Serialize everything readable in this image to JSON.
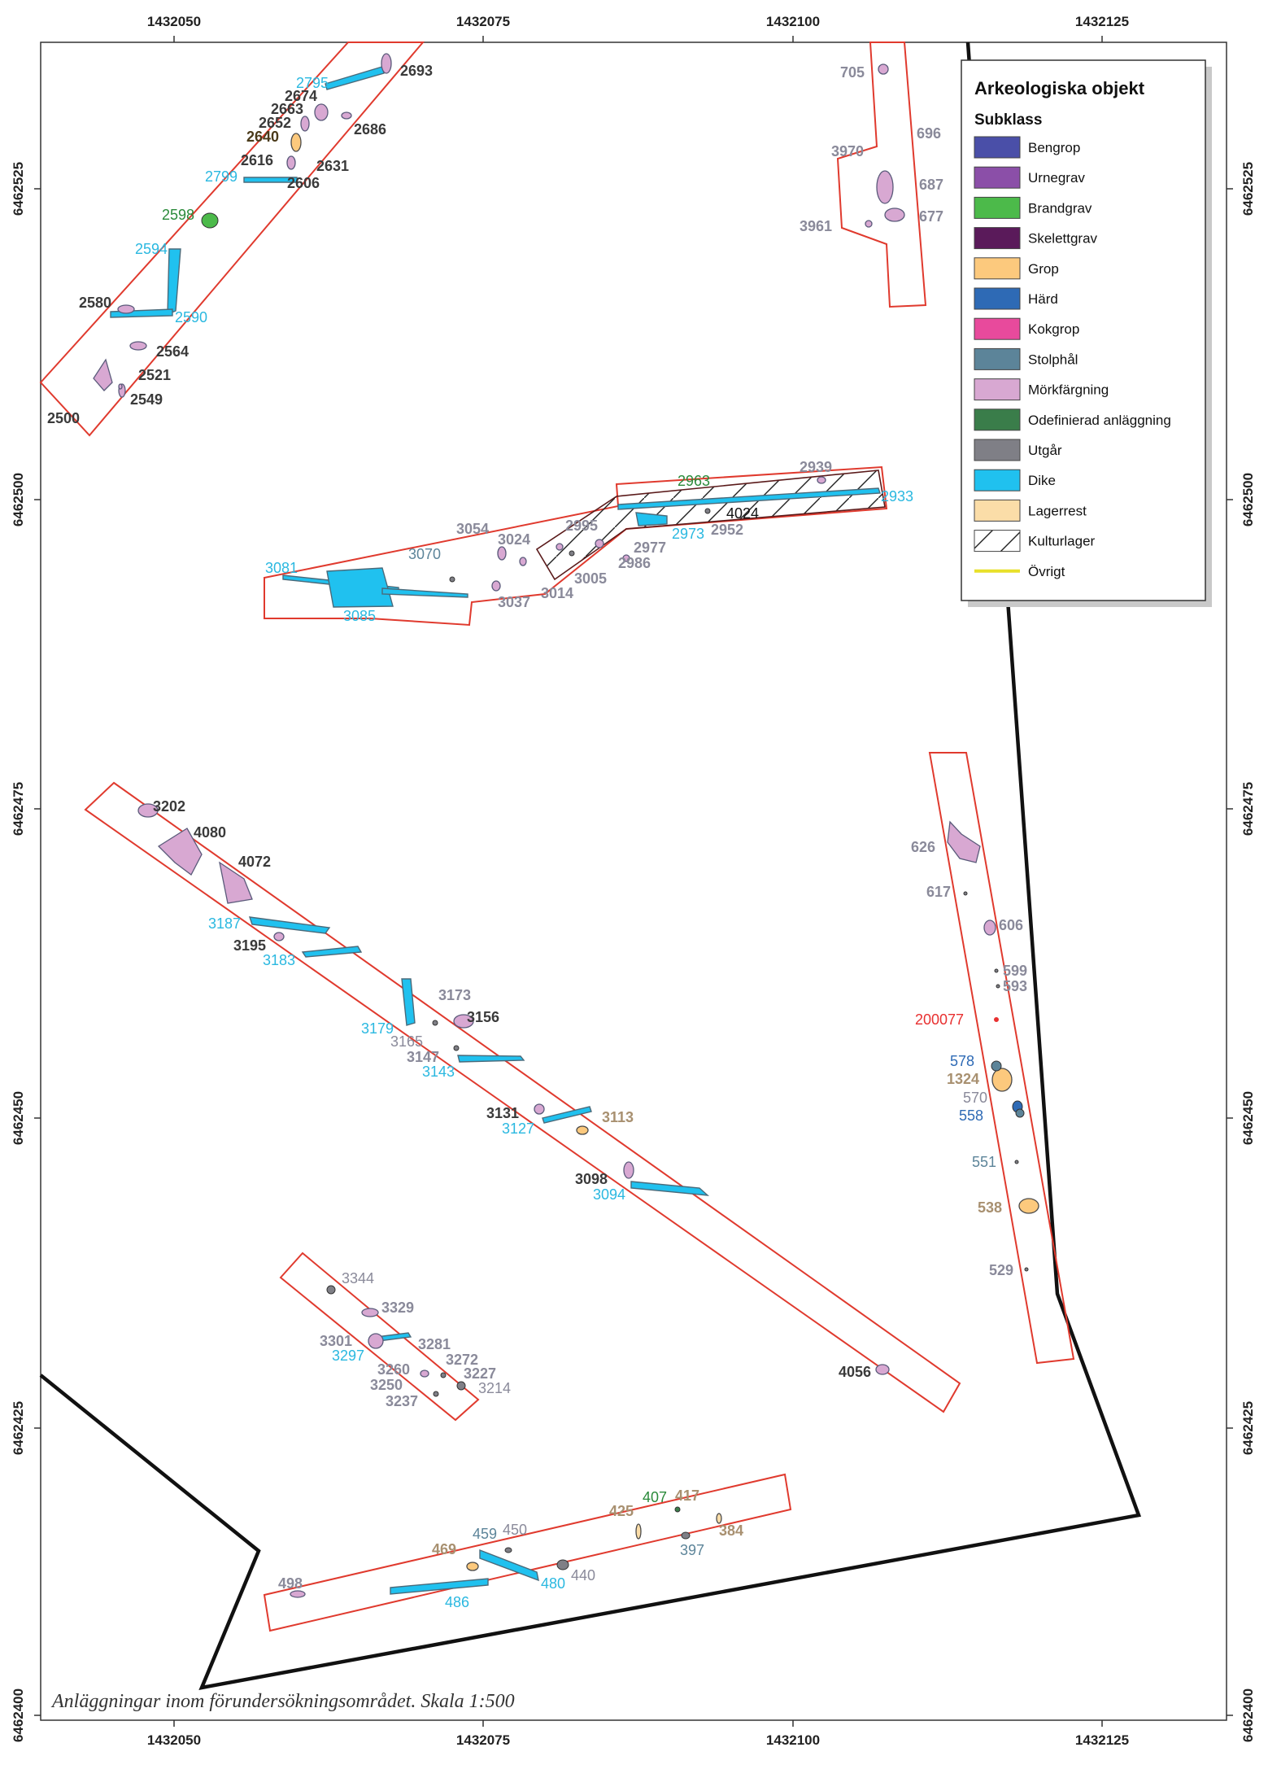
{
  "grid": {
    "x_ticks": [
      "1432050",
      "1432075",
      "1432100",
      "1432125"
    ],
    "y_ticks": [
      "6462525",
      "6462500",
      "6462475",
      "6462450",
      "6462425",
      "6462400"
    ]
  },
  "caption": "Anläggningar inom förundersökningsområdet. Skala 1:500",
  "legend": {
    "title": "Arkeologiska objekt",
    "subtitle": "Subklass",
    "items": [
      {
        "label": "Bengrop",
        "color": "#4a4fa8",
        "pattern": "solid"
      },
      {
        "label": "Urnegrav",
        "color": "#8b4fa8",
        "pattern": "solid"
      },
      {
        "label": "Brandgrav",
        "color": "#4cba4a",
        "pattern": "solid"
      },
      {
        "label": "Skelettgrav",
        "color": "#5a1a5a",
        "pattern": "solid"
      },
      {
        "label": "Grop",
        "color": "#fcc97d",
        "pattern": "solid"
      },
      {
        "label": "Härd",
        "color": "#2e6ab5",
        "pattern": "solid"
      },
      {
        "label": "Kokgrop",
        "color": "#e84a9c",
        "pattern": "solid"
      },
      {
        "label": "Stolphål",
        "color": "#5c8499",
        "pattern": "solid"
      },
      {
        "label": "Mörkfärgning",
        "color": "#d8a8d2",
        "pattern": "solid"
      },
      {
        "label": "Odefinierad anläggning",
        "color": "#3a7d4a",
        "pattern": "solid"
      },
      {
        "label": "Utgår",
        "color": "#7f7f86",
        "pattern": "solid"
      },
      {
        "label": "Dike",
        "color": "#20c1ef",
        "pattern": "solid"
      },
      {
        "label": "Lagerrest",
        "color": "#fbdda8",
        "pattern": "solid"
      },
      {
        "label": "Kulturlager",
        "color": "#ffffff",
        "pattern": "hatch"
      },
      {
        "label": "Övrigt",
        "color": "#e8e02a",
        "pattern": "line"
      }
    ]
  },
  "labels": [
    {
      "text": "2693",
      "color": "#3a3a3a",
      "bold": true
    },
    {
      "text": "2795",
      "color": "#2ab8e0",
      "bold": false
    },
    {
      "text": "2674",
      "color": "#3a3a3a",
      "bold": true
    },
    {
      "text": "2663",
      "color": "#3a3a3a",
      "bold": true
    },
    {
      "text": "2652",
      "color": "#3a3a3a",
      "bold": true
    },
    {
      "text": "2686",
      "color": "#3a3a3a",
      "bold": true
    },
    {
      "text": "2640",
      "color": "#4a3a1a",
      "bold": true
    },
    {
      "text": "2616",
      "color": "#3a3a3a",
      "bold": true
    },
    {
      "text": "2631",
      "color": "#3a3a3a",
      "bold": true
    },
    {
      "text": "2799",
      "color": "#2ab8e0",
      "bold": false
    },
    {
      "text": "2606",
      "color": "#3a3a3a",
      "bold": true
    },
    {
      "text": "2598",
      "color": "#2a8a3a",
      "bold": false
    },
    {
      "text": "2594",
      "color": "#2ab8e0",
      "bold": false
    },
    {
      "text": "2580",
      "color": "#3a3a3a",
      "bold": true
    },
    {
      "text": "2590",
      "color": "#2ab8e0",
      "bold": false
    },
    {
      "text": "2564",
      "color": "#3a3a3a",
      "bold": true
    },
    {
      "text": "2521",
      "color": "#3a3a3a",
      "bold": true
    },
    {
      "text": "2549",
      "color": "#3a3a3a",
      "bold": true
    },
    {
      "text": "2500",
      "color": "#3a3a3a",
      "bold": true
    },
    {
      "text": "705",
      "color": "#8a8a9a",
      "bold": true
    },
    {
      "text": "696",
      "color": "#8a8a9a",
      "bold": true
    },
    {
      "text": "3970",
      "color": "#8a8a9a",
      "bold": true
    },
    {
      "text": "687",
      "color": "#8a8a9a",
      "bold": true
    },
    {
      "text": "677",
      "color": "#8a8a9a",
      "bold": true
    },
    {
      "text": "3961",
      "color": "#8a8a9a",
      "bold": true
    },
    {
      "text": "2963",
      "color": "#2a8a3a",
      "bold": false
    },
    {
      "text": "2939",
      "color": "#8a8a9a",
      "bold": true
    },
    {
      "text": "2933",
      "color": "#2ab8e0",
      "bold": false
    },
    {
      "text": "4024",
      "color": "#111111",
      "bold": false
    },
    {
      "text": "2995",
      "color": "#8a8a9a",
      "bold": true
    },
    {
      "text": "2973",
      "color": "#2ab8e0",
      "bold": false
    },
    {
      "text": "2952",
      "color": "#8a8a9a",
      "bold": true
    },
    {
      "text": "2977",
      "color": "#8a8a9a",
      "bold": true
    },
    {
      "text": "2986",
      "color": "#8a8a9a",
      "bold": true
    },
    {
      "text": "3054",
      "color": "#8a8a9a",
      "bold": true
    },
    {
      "text": "3024",
      "color": "#8a8a9a",
      "bold": true
    },
    {
      "text": "3070",
      "color": "#5c8499",
      "bold": false
    },
    {
      "text": "3081",
      "color": "#2ab8e0",
      "bold": false
    },
    {
      "text": "3005",
      "color": "#8a8a9a",
      "bold": true
    },
    {
      "text": "3014",
      "color": "#8a8a9a",
      "bold": true
    },
    {
      "text": "3037",
      "color": "#8a8a9a",
      "bold": true
    },
    {
      "text": "3085",
      "color": "#2ab8e0",
      "bold": false
    },
    {
      "text": "3202",
      "color": "#3a3a3a",
      "bold": true
    },
    {
      "text": "4080",
      "color": "#3a3a3a",
      "bold": true
    },
    {
      "text": "4072",
      "color": "#3a3a3a",
      "bold": true
    },
    {
      "text": "3187",
      "color": "#2ab8e0",
      "bold": false
    },
    {
      "text": "3195",
      "color": "#3a3a3a",
      "bold": true
    },
    {
      "text": "3183",
      "color": "#2ab8e0",
      "bold": false
    },
    {
      "text": "3173",
      "color": "#8a8a9a",
      "bold": true
    },
    {
      "text": "3156",
      "color": "#3a3a3a",
      "bold": true
    },
    {
      "text": "3179",
      "color": "#2ab8e0",
      "bold": false
    },
    {
      "text": "3165",
      "color": "#8a8a9a",
      "bold": false
    },
    {
      "text": "3147",
      "color": "#8a8a9a",
      "bold": true
    },
    {
      "text": "3143",
      "color": "#2ab8e0",
      "bold": false
    },
    {
      "text": "3131",
      "color": "#3a3a3a",
      "bold": true
    },
    {
      "text": "3113",
      "color": "#a89070",
      "bold": true
    },
    {
      "text": "3127",
      "color": "#2ab8e0",
      "bold": false
    },
    {
      "text": "3098",
      "color": "#3a3a3a",
      "bold": true
    },
    {
      "text": "3094",
      "color": "#2ab8e0",
      "bold": false
    },
    {
      "text": "4056",
      "color": "#3a3a3a",
      "bold": true
    },
    {
      "text": "626",
      "color": "#8a8a9a",
      "bold": true
    },
    {
      "text": "617",
      "color": "#8a8a9a",
      "bold": true
    },
    {
      "text": "606",
      "color": "#8a8a9a",
      "bold": true
    },
    {
      "text": "599",
      "color": "#8a8a9a",
      "bold": true
    },
    {
      "text": "593",
      "color": "#8a8a9a",
      "bold": true
    },
    {
      "text": "200077",
      "color": "#e83030",
      "bold": false
    },
    {
      "text": "578",
      "color": "#2e6ab5",
      "bold": false
    },
    {
      "text": "1324",
      "color": "#a89070",
      "bold": true
    },
    {
      "text": "570",
      "color": "#8a8a9a",
      "bold": false
    },
    {
      "text": "558",
      "color": "#2e6ab5",
      "bold": false
    },
    {
      "text": "551",
      "color": "#5c8499",
      "bold": false
    },
    {
      "text": "538",
      "color": "#a89070",
      "bold": true
    },
    {
      "text": "529",
      "color": "#8a8a9a",
      "bold": true
    },
    {
      "text": "3344",
      "color": "#8a8a9a",
      "bold": false
    },
    {
      "text": "3329",
      "color": "#8a8a9a",
      "bold": true
    },
    {
      "text": "3301",
      "color": "#8a8a9a",
      "bold": true
    },
    {
      "text": "3281",
      "color": "#8a8a9a",
      "bold": true
    },
    {
      "text": "3297",
      "color": "#2ab8e0",
      "bold": false
    },
    {
      "text": "3260",
      "color": "#8a8a9a",
      "bold": true
    },
    {
      "text": "3272",
      "color": "#8a8a9a",
      "bold": true
    },
    {
      "text": "3227",
      "color": "#8a8a9a",
      "bold": true
    },
    {
      "text": "3250",
      "color": "#8a8a9a",
      "bold": true
    },
    {
      "text": "3214",
      "color": "#8a8a9a",
      "bold": false
    },
    {
      "text": "3237",
      "color": "#8a8a9a",
      "bold": true
    },
    {
      "text": "407",
      "color": "#2a8a3a",
      "bold": false
    },
    {
      "text": "417",
      "color": "#a89070",
      "bold": true
    },
    {
      "text": "425",
      "color": "#a89070",
      "bold": true
    },
    {
      "text": "384",
      "color": "#a89070",
      "bold": true
    },
    {
      "text": "397",
      "color": "#5c8499",
      "bold": false
    },
    {
      "text": "469",
      "color": "#a89070",
      "bold": true
    },
    {
      "text": "459",
      "color": "#5c8499",
      "bold": false
    },
    {
      "text": "450",
      "color": "#8a8a9a",
      "bold": false
    },
    {
      "text": "440",
      "color": "#8a8a9a",
      "bold": false
    },
    {
      "text": "480",
      "color": "#2ab8e0",
      "bold": false
    },
    {
      "text": "486",
      "color": "#2ab8e0",
      "bold": false
    },
    {
      "text": "498",
      "color": "#8a8a9a",
      "bold": true
    }
  ]
}
